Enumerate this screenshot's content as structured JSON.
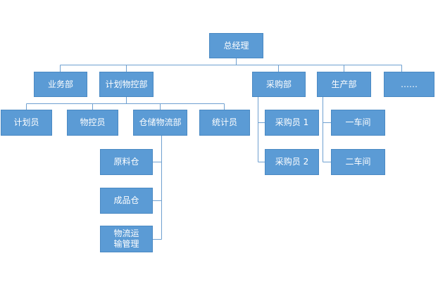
{
  "org_chart": {
    "root": {
      "label": "总经理"
    },
    "departments": [
      {
        "label": "业务部"
      },
      {
        "label": "计划物控部",
        "children": [
          {
            "label": "计划员"
          },
          {
            "label": "物控员"
          },
          {
            "label": "仓储物流部",
            "children": [
              {
                "label": "原料仓"
              },
              {
                "label": "成品仓"
              },
              {
                "label": "物流运输管理"
              }
            ]
          },
          {
            "label": "统计员"
          }
        ]
      },
      {
        "label": "采购部",
        "children": [
          {
            "label": "采购员 1"
          },
          {
            "label": "采购员 2"
          }
        ]
      },
      {
        "label": "生产部",
        "children": [
          {
            "label": "一车间"
          },
          {
            "label": "二车间"
          }
        ]
      },
      {
        "label": "……"
      }
    ]
  },
  "colors": {
    "node_fill": "#5b9bd5",
    "node_border": "#4a89c3",
    "node_text": "#ffffff",
    "connector": "#6fa0d0"
  }
}
